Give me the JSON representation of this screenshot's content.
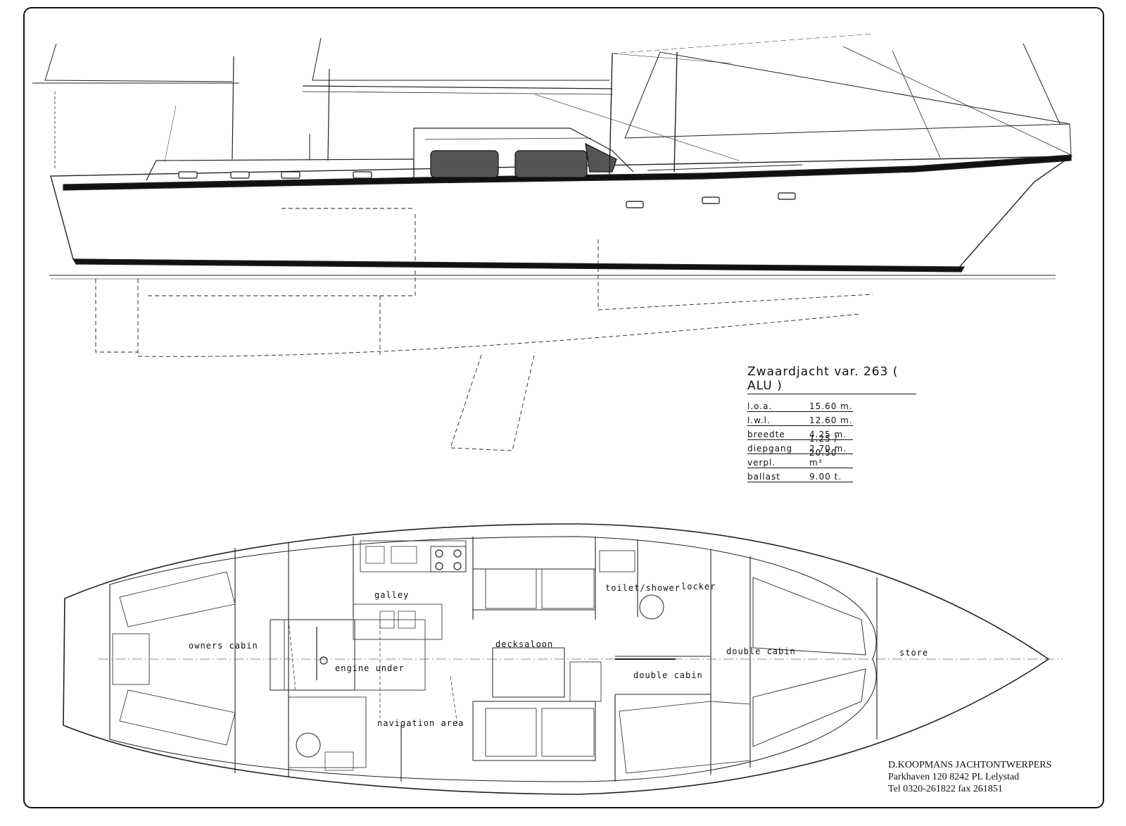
{
  "spec": {
    "title": "Zwaardjacht  var. 263 ( ALU )",
    "rows": [
      {
        "key": "l.o.a.",
        "value": "15.60 m."
      },
      {
        "key": "l.w.l.",
        "value": "12.60 m."
      },
      {
        "key": "breedte",
        "value": "4.25 m."
      },
      {
        "key": "diepgang",
        "value": "1.25 / 2.70 m."
      },
      {
        "key": "verpl.",
        "value": "20.50 m³"
      },
      {
        "key": "ballast",
        "value": "9.00 t."
      }
    ]
  },
  "rooms": {
    "galley": "galley",
    "owners_cabin": "owners cabin",
    "engine_under": "engine under",
    "navigation_area": "navigation area",
    "decksaloon": "decksaloon",
    "toilet_shower": "toilet/shower",
    "locker": "locker",
    "double_cabin_fwd": "double cabin",
    "double_cabin_mid": "double cabin",
    "store": "store"
  },
  "credits": {
    "line1": "D.KOOPMANS JACHTONTWERPERS",
    "line2": "Parkhaven 120 8242 PL Lelystad",
    "line3": "Tel 0320-261822 fax 261851"
  }
}
